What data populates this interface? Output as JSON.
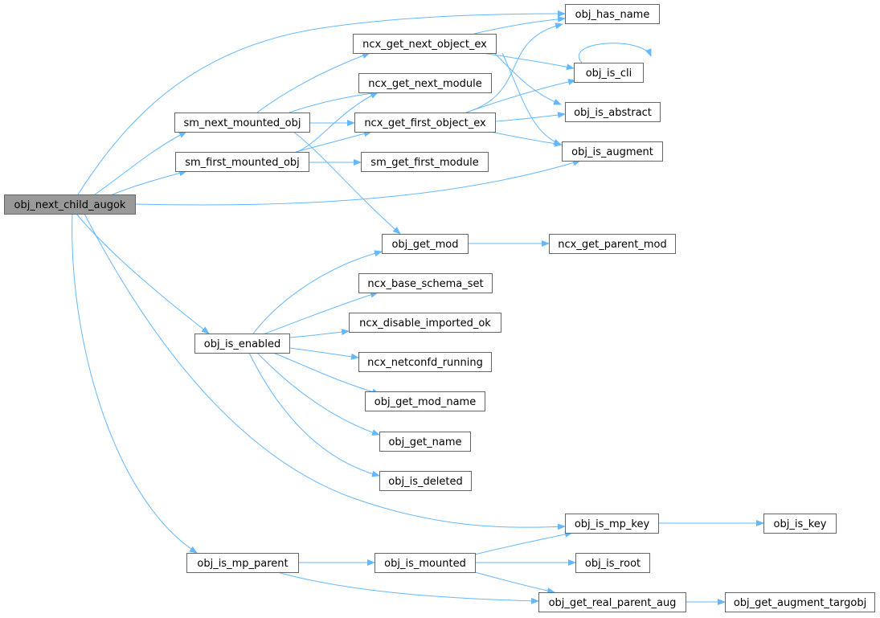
{
  "graph": {
    "colors": {
      "edge": "#63b8ff",
      "node_border": "#666666",
      "root_fill": "#999999",
      "node_fill": "#ffffff"
    },
    "nodes": [
      {
        "id": "obj_next_child_augok",
        "label": "obj_next_child_augok",
        "root": true
      },
      {
        "id": "obj_has_name",
        "label": "obj_has_name"
      },
      {
        "id": "ncx_get_next_object_ex",
        "label": "ncx_get_next_object_ex"
      },
      {
        "id": "obj_is_cli",
        "label": "obj_is_cli"
      },
      {
        "id": "ncx_get_next_module",
        "label": "ncx_get_next_module"
      },
      {
        "id": "obj_is_abstract",
        "label": "obj_is_abstract"
      },
      {
        "id": "sm_next_mounted_obj",
        "label": "sm_next_mounted_obj"
      },
      {
        "id": "ncx_get_first_object_ex",
        "label": "ncx_get_first_object_ex"
      },
      {
        "id": "obj_is_augment",
        "label": "obj_is_augment"
      },
      {
        "id": "sm_first_mounted_obj",
        "label": "sm_first_mounted_obj"
      },
      {
        "id": "sm_get_first_module",
        "label": "sm_get_first_module"
      },
      {
        "id": "obj_get_mod",
        "label": "obj_get_mod"
      },
      {
        "id": "ncx_get_parent_mod",
        "label": "ncx_get_parent_mod"
      },
      {
        "id": "ncx_base_schema_set",
        "label": "ncx_base_schema_set"
      },
      {
        "id": "ncx_disable_imported_ok",
        "label": "ncx_disable_imported_ok"
      },
      {
        "id": "obj_is_enabled",
        "label": "obj_is_enabled"
      },
      {
        "id": "ncx_netconfd_running",
        "label": "ncx_netconfd_running"
      },
      {
        "id": "obj_get_mod_name",
        "label": "obj_get_mod_name"
      },
      {
        "id": "obj_get_name",
        "label": "obj_get_name"
      },
      {
        "id": "obj_is_deleted",
        "label": "obj_is_deleted"
      },
      {
        "id": "obj_is_mp_key",
        "label": "obj_is_mp_key"
      },
      {
        "id": "obj_is_key",
        "label": "obj_is_key"
      },
      {
        "id": "obj_is_mp_parent",
        "label": "obj_is_mp_parent"
      },
      {
        "id": "obj_is_mounted",
        "label": "obj_is_mounted"
      },
      {
        "id": "obj_is_root",
        "label": "obj_is_root"
      },
      {
        "id": "obj_get_real_parent_aug",
        "label": "obj_get_real_parent_aug"
      },
      {
        "id": "obj_get_augment_targobj",
        "label": "obj_get_augment_targobj"
      }
    ],
    "edges": [
      {
        "from": "obj_next_child_augok",
        "to": "obj_has_name"
      },
      {
        "from": "obj_next_child_augok",
        "to": "sm_next_mounted_obj"
      },
      {
        "from": "obj_next_child_augok",
        "to": "sm_first_mounted_obj"
      },
      {
        "from": "obj_next_child_augok",
        "to": "obj_is_augment"
      },
      {
        "from": "obj_next_child_augok",
        "to": "obj_is_enabled"
      },
      {
        "from": "obj_next_child_augok",
        "to": "obj_is_mp_key"
      },
      {
        "from": "obj_next_child_augok",
        "to": "obj_is_mp_parent"
      },
      {
        "from": "sm_next_mounted_obj",
        "to": "ncx_get_next_object_ex"
      },
      {
        "from": "sm_next_mounted_obj",
        "to": "ncx_get_next_module"
      },
      {
        "from": "sm_next_mounted_obj",
        "to": "ncx_get_first_object_ex"
      },
      {
        "from": "sm_next_mounted_obj",
        "to": "obj_get_mod"
      },
      {
        "from": "sm_first_mounted_obj",
        "to": "ncx_get_next_module"
      },
      {
        "from": "sm_first_mounted_obj",
        "to": "ncx_get_first_object_ex"
      },
      {
        "from": "sm_first_mounted_obj",
        "to": "sm_get_first_module"
      },
      {
        "from": "ncx_get_next_object_ex",
        "to": "obj_has_name"
      },
      {
        "from": "ncx_get_next_object_ex",
        "to": "obj_is_cli"
      },
      {
        "from": "ncx_get_next_object_ex",
        "to": "obj_is_abstract"
      },
      {
        "from": "ncx_get_next_object_ex",
        "to": "obj_is_augment"
      },
      {
        "from": "ncx_get_first_object_ex",
        "to": "obj_has_name"
      },
      {
        "from": "ncx_get_first_object_ex",
        "to": "obj_is_cli"
      },
      {
        "from": "ncx_get_first_object_ex",
        "to": "obj_is_abstract"
      },
      {
        "from": "ncx_get_first_object_ex",
        "to": "obj_is_augment"
      },
      {
        "from": "obj_is_cli",
        "to": "obj_is_cli"
      },
      {
        "from": "obj_get_mod",
        "to": "ncx_get_parent_mod"
      },
      {
        "from": "obj_is_enabled",
        "to": "obj_get_mod"
      },
      {
        "from": "obj_is_enabled",
        "to": "ncx_base_schema_set"
      },
      {
        "from": "obj_is_enabled",
        "to": "ncx_disable_imported_ok"
      },
      {
        "from": "obj_is_enabled",
        "to": "ncx_netconfd_running"
      },
      {
        "from": "obj_is_enabled",
        "to": "obj_get_mod_name"
      },
      {
        "from": "obj_is_enabled",
        "to": "obj_get_name"
      },
      {
        "from": "obj_is_enabled",
        "to": "obj_is_deleted"
      },
      {
        "from": "obj_is_mp_key",
        "to": "obj_is_key"
      },
      {
        "from": "obj_is_mp_parent",
        "to": "obj_is_mounted"
      },
      {
        "from": "obj_is_mp_parent",
        "to": "obj_get_real_parent_aug"
      },
      {
        "from": "obj_is_mounted",
        "to": "obj_is_mp_key"
      },
      {
        "from": "obj_is_mounted",
        "to": "obj_is_root"
      },
      {
        "from": "obj_is_mounted",
        "to": "obj_get_real_parent_aug"
      },
      {
        "from": "obj_get_real_parent_aug",
        "to": "obj_get_augment_targobj"
      }
    ]
  }
}
